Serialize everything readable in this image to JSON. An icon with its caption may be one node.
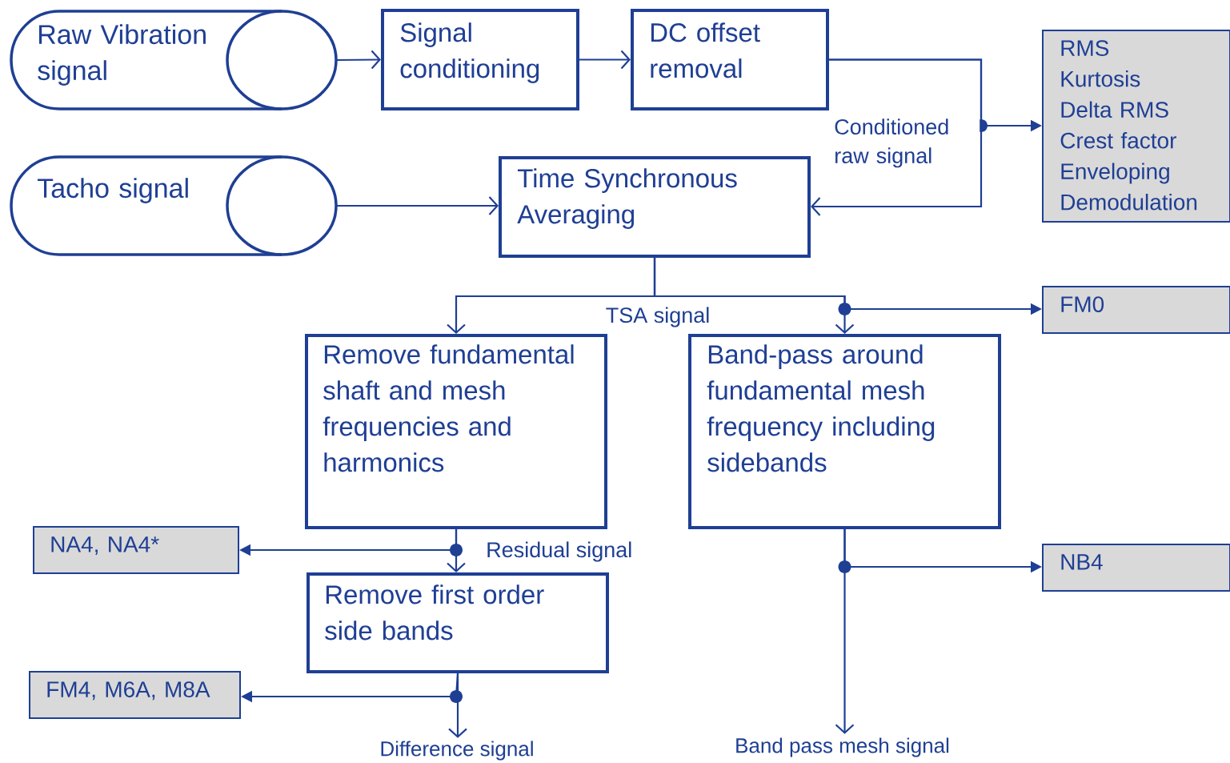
{
  "diagram": {
    "nodes": [
      {
        "text": [
          "Raw Vibration signal"
        ]
      },
      {
        "text": [
          "Tacho signal"
        ]
      },
      {
        "text": [
          "Signal conditioning"
        ]
      },
      {
        "text": [
          "DC offset removal"
        ]
      },
      {
        "text": [
          "Time Synchronous Averaging"
        ]
      },
      {
        "text": [
          "RMS",
          "Kurtosis",
          "Delta RMS",
          "Crest factor",
          "Enveloping",
          "Demodulation"
        ]
      },
      {
        "text": [
          "Remove fundamental shaft and mesh frequencies and harmonics"
        ]
      },
      {
        "text": [
          "Band-pass around fundamental mesh frequency including sidebands"
        ]
      },
      {
        "text": [
          "FM0"
        ]
      },
      {
        "text": [
          "NA4, NA4*"
        ]
      },
      {
        "text": [
          "Remove first order side bands"
        ]
      },
      {
        "text": [
          "NB4"
        ]
      },
      {
        "text": [
          "FM4, M6A, M8A"
        ]
      },
      {
        "text": [
          "Difference signal"
        ]
      },
      {
        "text": [
          "Band pass mesh signal"
        ]
      }
    ],
    "edges": [
      {
        "from": 0,
        "to": 2,
        "arrow": "to"
      },
      {
        "from": 2,
        "to": 3,
        "arrow": "to"
      },
      {
        "from": 3,
        "to": 5,
        "arrow": "to"
      },
      {
        "from": 3,
        "to": 4,
        "arrow": "to",
        "label": "Conditioned raw signal"
      },
      {
        "from": 1,
        "to": 4,
        "arrow": "to"
      },
      {
        "from": 4,
        "to": 6,
        "arrow": "to",
        "label": "TSA signal"
      },
      {
        "from": 4,
        "to": 7,
        "arrow": "to"
      },
      {
        "from": 4,
        "to": 8,
        "arrow": "to"
      },
      {
        "from": 6,
        "to": 10,
        "arrow": "to",
        "label": "Residual signal"
      },
      {
        "from": 6,
        "to": 9,
        "arrow": "to"
      },
      {
        "from": 10,
        "to": 13,
        "arrow": "to"
      },
      {
        "from": 10,
        "to": 12,
        "arrow": "to"
      },
      {
        "from": 7,
        "to": 14,
        "arrow": "to"
      },
      {
        "from": 7,
        "to": 11,
        "arrow": "to"
      }
    ]
  }
}
